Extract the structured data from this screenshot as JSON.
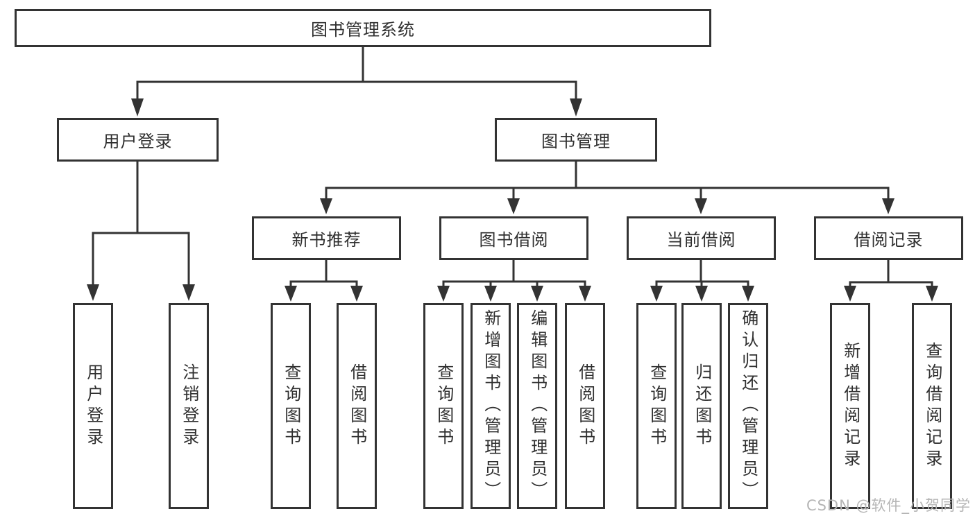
{
  "diagram": {
    "title": "图书管理系统",
    "root": {
      "label": "图书管理系统"
    },
    "level2": [
      {
        "label": "用户登录"
      },
      {
        "label": "图书管理"
      }
    ],
    "level3": [
      {
        "label": "新书推荐"
      },
      {
        "label": "图书借阅"
      },
      {
        "label": "当前借阅"
      },
      {
        "label": "借阅记录"
      }
    ],
    "leaves": {
      "user_login": [
        "用户登录",
        "注销登录"
      ],
      "new_book": [
        "查询图书",
        "借阅图书"
      ],
      "book_borrow": [
        "查询图书",
        "新增图书（管理员）",
        "编辑图书（管理员）",
        "借阅图书"
      ],
      "current_borrow": [
        "查询图书",
        "归还图书",
        "确认归还（管理员）"
      ],
      "borrow_record": [
        "新增借阅记录",
        "查询借阅记录"
      ]
    }
  },
  "watermark": "CSDN @软件_小贺同学",
  "colors": {
    "line": "#333333",
    "border": "#333333",
    "text": "#2f2f2f",
    "watermark": "#b5b5b5",
    "background": "#ffffff"
  }
}
